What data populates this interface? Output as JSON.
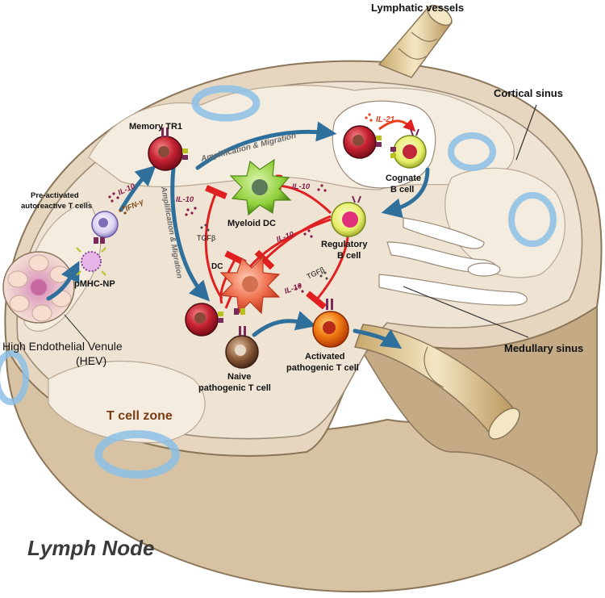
{
  "labels": {
    "lymphatic_vessels": "Lymphatic vessels",
    "cortical_sinus": "Cortical sinus",
    "medullary_sinus": "Medullary sinus",
    "memory_tr1": "Memory TR1",
    "pre_activated_1": "Pre-activated",
    "pre_activated_2": "autoreactive T cells",
    "pmhc_np": "pMHC-NP",
    "hev_1": "High Endothelial Venule",
    "hev_2": "(HEV)",
    "myeloid_dc": "Myeloid DC",
    "dc": "DC",
    "regulatory_b_1": "Regulatory",
    "regulatory_b_2": "B cell",
    "cognate_b_1": "Cognate",
    "cognate_b_2": "B cell",
    "naive_1": "Naive",
    "naive_2": "pathogenic T cell",
    "activated_1": "Activated",
    "activated_2": "pathogenic T cell",
    "t_cell_zone": "T cell zone",
    "lymph_node": "Lymph Node"
  },
  "cytokines": {
    "il10_a": "IL-10",
    "ifng": "IFN-γ",
    "il21": "IL-21",
    "il10_b": "IL-10",
    "tgfb_a": "TGFβ",
    "il10_c": "IL-10",
    "il10_d": "IL-10",
    "il10_e": "IL-10",
    "tgfb_b": "TGFβ"
  },
  "arrows": {
    "amp_mig_top": "Amplification & Migration",
    "amp_mig_left": "Amplification & Migration"
  },
  "colors": {
    "tissue": "#f1e6d8",
    "tissue_stroke": "#9a8a76",
    "capsule": "#dccab0",
    "capsule_dark": "#bfa985",
    "follicle_ring": "#8cc0e6",
    "blue_arrow": "#2f6f9c",
    "inhibit_red": "#e02020",
    "il10_color": "#8a1c4a",
    "il21_color": "#e8401c",
    "tgfb_color": "#444444",
    "t_cell_zone_color": "#7a3b12"
  }
}
